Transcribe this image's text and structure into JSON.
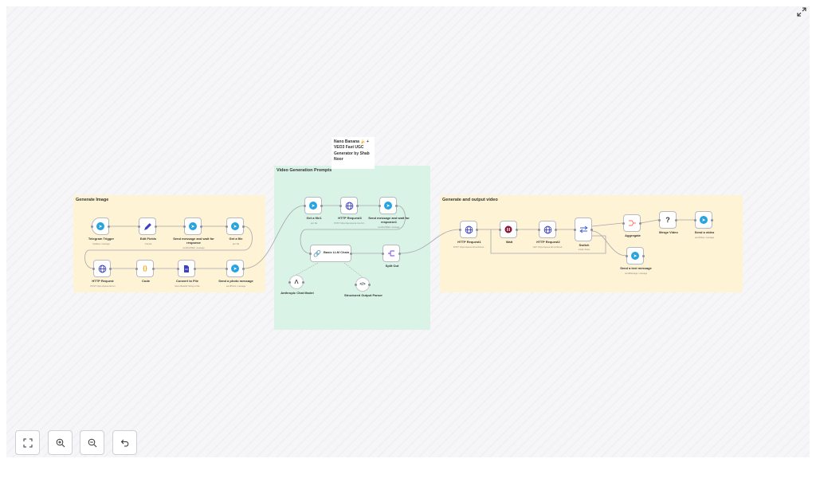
{
  "stickies": [
    {
      "id": "generate-image",
      "title": "Generate Image",
      "color": "#fff3d6"
    },
    {
      "id": "video-prompts",
      "title": "Video Generation Prompts",
      "color": "#d9f3e6"
    },
    {
      "id": "generate-output",
      "title": "Generate and output video",
      "color": "#fff3d6"
    }
  ],
  "note": {
    "text": "Nano Banana 🍌 + VEO3 Fast UGC Generator by Shab Noor"
  },
  "nodes": [
    {
      "id": "telegram-trigger",
      "label": "Telegram Trigger",
      "sub": "Updates: message",
      "icon": "telegram"
    },
    {
      "id": "edit-fields",
      "label": "Edit Fields",
      "sub": "manual",
      "icon": "pencil"
    },
    {
      "id": "send-message-wait",
      "label": "Send message and wait for response",
      "sub": "sendAndWait: message",
      "icon": "telegram"
    },
    {
      "id": "get-a-file",
      "label": "Get a file",
      "sub": "get: file",
      "icon": "telegram"
    },
    {
      "id": "http-request",
      "label": "HTTP Request",
      "sub": "POST: https://queue.fal.run",
      "icon": "globe"
    },
    {
      "id": "code",
      "label": "Code",
      "sub": "",
      "icon": "code"
    },
    {
      "id": "convert-to-file",
      "label": "Convert to File",
      "sub": "Move Base64 String to File",
      "icon": "file"
    },
    {
      "id": "send-photo-message",
      "label": "Send a photo message",
      "sub": "sendPhoto: message",
      "icon": "telegram"
    },
    {
      "id": "get-a-file1",
      "label": "Get a file1",
      "sub": "get: file",
      "icon": "telegram"
    },
    {
      "id": "http-request3",
      "label": "HTTP Request3",
      "sub": "POST: https://api.openai.com/v1/...",
      "icon": "globe"
    },
    {
      "id": "send-message-wait1",
      "label": "Send message and wait for response1",
      "sub": "sendAndWait: message",
      "icon": "telegram"
    },
    {
      "id": "basic-llm-chain",
      "label": "Basic LLM Chain",
      "sub": "",
      "icon": "link"
    },
    {
      "id": "split-out",
      "label": "Split Out",
      "sub": "",
      "icon": "split"
    },
    {
      "id": "anthropic-chat-model",
      "label": "Anthropic Chat Model",
      "sub": "",
      "icon": "anthropic"
    },
    {
      "id": "structured-output-parser",
      "label": "Structured Output Parser",
      "sub": "",
      "icon": "parser"
    },
    {
      "id": "http-request1",
      "label": "HTTP Request1",
      "sub": "POST: https://queue.fal.run/fal-ai/...",
      "icon": "globe"
    },
    {
      "id": "wait",
      "label": "Wait",
      "sub": "",
      "icon": "pause"
    },
    {
      "id": "http-request2",
      "label": "HTTP Request2",
      "sub": "GET: https://queue.fal.run/fal-ai/...",
      "icon": "globe"
    },
    {
      "id": "switch",
      "label": "Switch",
      "sub": "mode: Rules",
      "icon": "switch"
    },
    {
      "id": "aggregate",
      "label": "Aggregate",
      "sub": "",
      "icon": "aggregate"
    },
    {
      "id": "merge-video",
      "label": "Merge Video",
      "sub": "",
      "icon": "question"
    },
    {
      "id": "send-a-video",
      "label": "Send a video",
      "sub": "sendVideo: message",
      "icon": "telegram"
    },
    {
      "id": "send-text-message",
      "label": "Send a text message",
      "sub": "sendMessage: message",
      "icon": "telegram"
    }
  ],
  "controls": [
    {
      "id": "fit-view",
      "label": "Fit view",
      "icon": "fit-view-icon"
    },
    {
      "id": "zoom-in",
      "label": "Zoom in",
      "icon": "zoom-in-icon"
    },
    {
      "id": "zoom-out",
      "label": "Zoom out",
      "icon": "zoom-out-icon"
    },
    {
      "id": "reset-zoom",
      "label": "Reset zoom",
      "icon": "undo-icon"
    }
  ],
  "colors": {
    "telegram": "#27a3dd",
    "globe": "#3b3fc4",
    "pencil": "#3b3fc4",
    "code": "#f0a500",
    "wait": "#8b1538",
    "switch": "#3b5bdb",
    "aggregate": "#ff6d5a",
    "split": "#7c3aed"
  }
}
